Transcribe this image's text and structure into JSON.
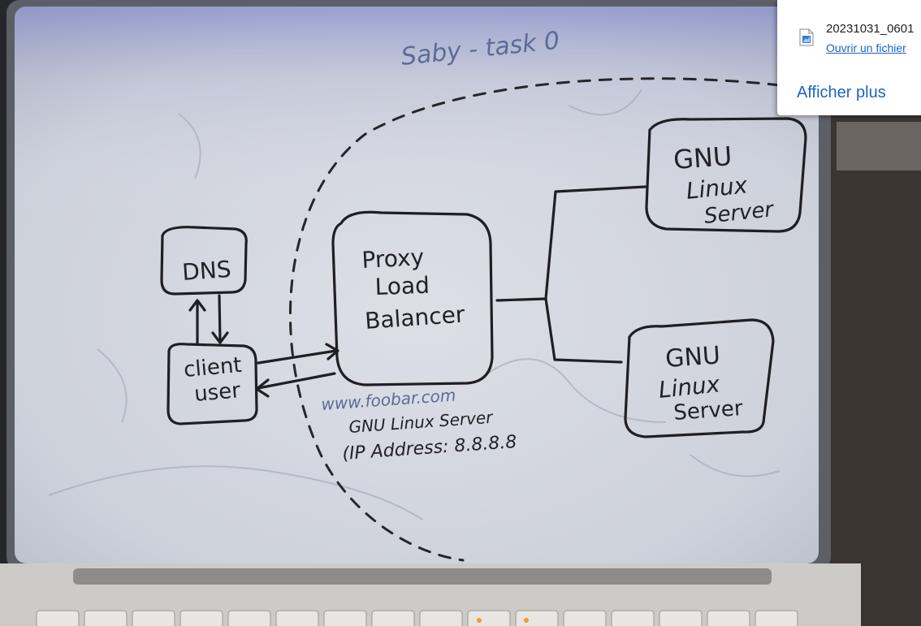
{
  "whiteboard": {
    "title": "Saby - task 0",
    "nodes": {
      "dns": [
        "DNS"
      ],
      "client": [
        "client",
        "user"
      ],
      "proxy": [
        "Proxy",
        "Load",
        "Balancer"
      ],
      "server_top": [
        "GNU",
        "Linux",
        "Server"
      ],
      "server_bottom": [
        "GNU",
        "Linux",
        "Server"
      ]
    },
    "annotation": [
      "www.foobar.com",
      "GNU Linux Server",
      "(IP Address: 8.8.8.8"
    ]
  },
  "notification": {
    "file_name": "20231031_0601",
    "open_label": "Ouvrir un fichier",
    "more_label": "Afficher plus"
  },
  "colors": {
    "ink": "#222226",
    "faint_ink": "#5c6c96",
    "link": "#1a62c9"
  },
  "icons": {
    "file": "image-file-icon"
  }
}
